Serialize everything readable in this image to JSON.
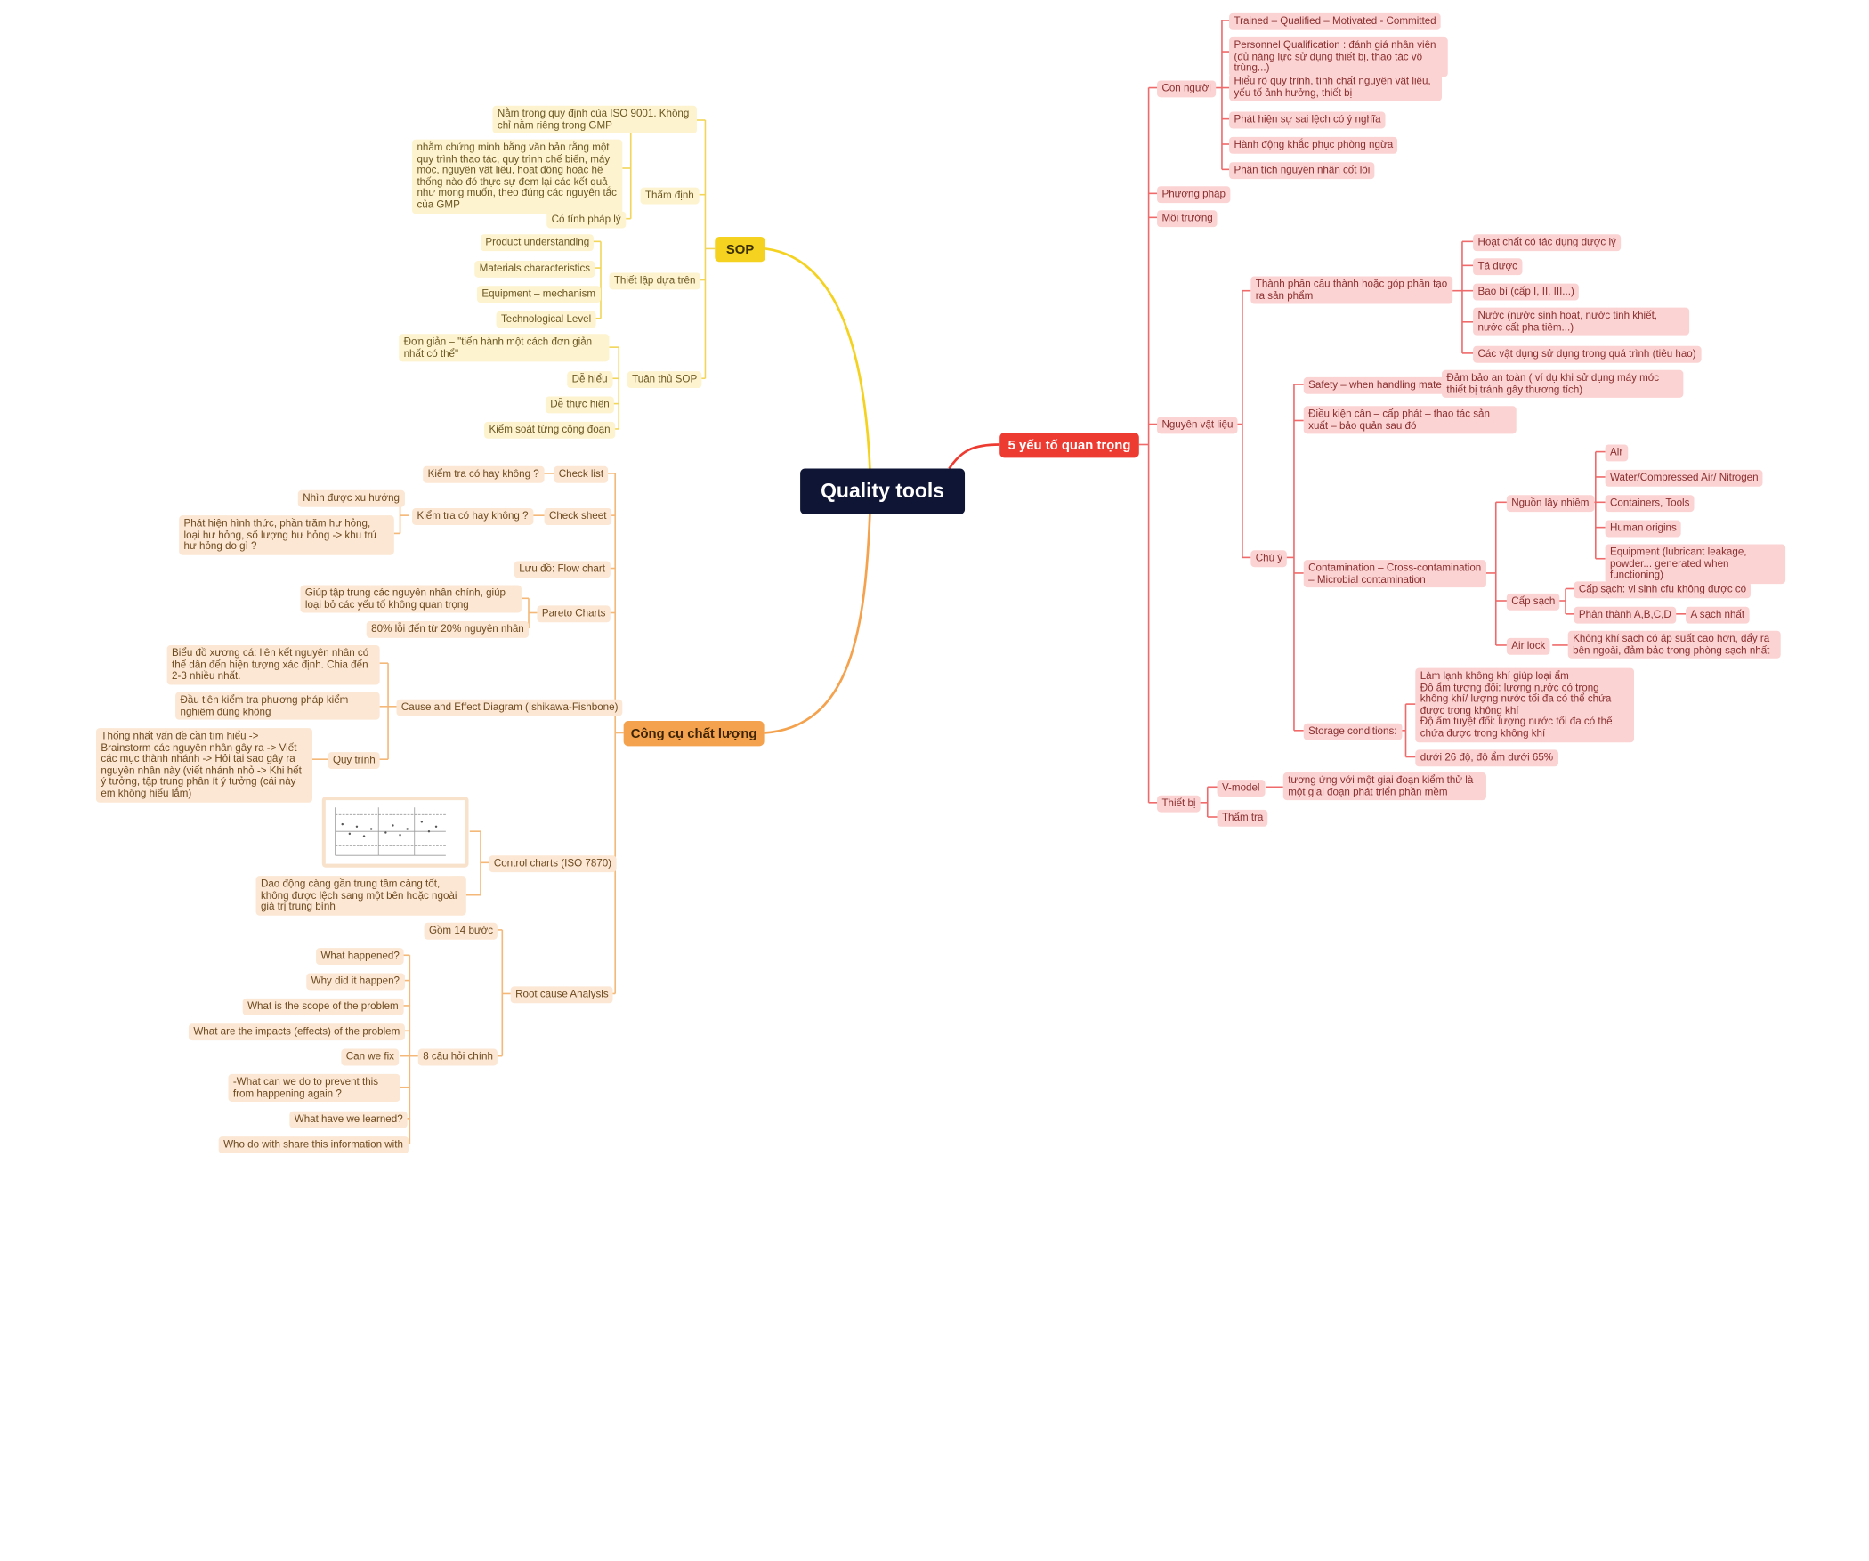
{
  "root": "Quality tools",
  "main": {
    "sop": "SOP",
    "tools": "Công cụ chất lượng",
    "five": "5 yếu tố quan trọng"
  },
  "sop": {
    "t1": "Nằm trong quy định của ISO 9001. Không chỉ nằm riêng trong GMP",
    "t2": "nhằm chứng minh bằng văn bản rằng một quy trình thao tác, quy trình chế biến, máy móc, nguyên vật liệu, hoạt động hoặc hệ thống nào đó thực sự đem lại các kết quả như mong muốn, theo đúng các nguyên tắc của GMP",
    "t3": "Có tính pháp lý",
    "thamdinh": "Thẩm định",
    "b1": "Product understanding",
    "b2": "Materials characteristics",
    "b3": "Equipment – mechanism",
    "b4": "Technological Level",
    "thietlap": "Thiết lập dựa trên",
    "c1": "Đơn giản – \"tiến hành một cách đơn giản nhất có thể\"",
    "c2": "Dễ hiểu",
    "c3": "Dễ thực hiện",
    "c4": "Kiểm soát từng công đoạn",
    "tuanthu": "Tuân thủ SOP"
  },
  "tools": {
    "checklist": "Check list",
    "checklist_q": "Kiểm tra có hay không ?",
    "checksheet": "Check sheet",
    "checksheet_q": "Kiểm tra có hay không ?",
    "cs1": "Nhìn được xu hướng",
    "cs2": "Phát hiện hình thức, phần trăm hư hỏng, loại hư hỏng, số lượng hư hỏng -> khu trú hư hỏng do gì ?",
    "flowchart": "Lưu đồ: Flow chart",
    "pareto": "Pareto Charts",
    "p1": "Giúp tập trung các nguyên nhân chính, giúp loại bỏ các yếu tố không quan trọng",
    "p2": "80% lỗi đến từ 20% nguyên nhân",
    "cause": "Cause and Effect Diagram (Ishikawa-Fishbone)",
    "ce1": "Biểu đồ xương cá: liên kết nguyên nhân có thể dẫn đến hiện tượng xác định. Chia đến 2-3 nhiều nhất.",
    "ce2": "Đầu tiên kiểm tra phương pháp kiểm nghiệm đúng không",
    "quytrinh": "Quy trình",
    "ce3": "Thống nhất vấn đề cần tìm hiểu -> Brainstorm các nguyên nhân gây ra -> Viết các mục thành nhánh -> Hỏi tại sao gây ra nguyên nhân này (viết nhánh nhỏ -> Khi hết ý tưởng, tập trung phân ít ý tưởng (cái này em không hiểu lắm)",
    "control": "Control charts (ISO 7870)",
    "control_note": "Dao động càng gần trung tâm càng tốt, không được lệch sang một bên hoặc ngoài giá trị trung bình",
    "rca": "Root cause Analysis",
    "rca1": "Gồm 14 bước",
    "rca2": "8 câu hỏi chính",
    "q1": "What happened?",
    "q2": "Why did it happen?",
    "q3": "What is the scope of the problem",
    "q4": "What are the impacts (effects) of the problem",
    "q5": "Can we fix",
    "q6": "-What can we do to prevent this from happening again ?",
    "q7": "What have we learned?",
    "q8": "Who do with share this information with"
  },
  "five": {
    "conguoi": "Con người",
    "cn1": "Trained – Qualified – Motivated - Committed",
    "cn2": "Personnel Qualification : đánh giá nhân viên (đủ năng lực sử dụng thiết bị, thao tác vô trùng...)",
    "cn3": "Hiểu rõ quy trình, tính chất nguyên vật liệu, yếu tố ảnh hưởng, thiết bị",
    "cn4": "Phát hiện sự sai lệch có ý nghĩa",
    "cn5": "Hành động khắc phục phòng ngừa",
    "cn6": "Phân tích nguyên nhân cốt lõi",
    "phuongphap": "Phương pháp",
    "moitruong": "Môi trường",
    "nvl": "Nguyên vật liệu",
    "thanhphan": "Thành phần cấu thành hoặc góp phần tạo ra sản phẩm",
    "tp1": "Hoạt chất có tác dụng dược lý",
    "tp2": "Tá dược",
    "tp3": "Bao bì (cấp I, II, III...)",
    "tp4": "Nước (nước sinh hoạt, nước tinh khiết, nước cất pha tiêm...)",
    "tp5": "Các vật dụng sử dụng trong quá trình (tiêu hao)",
    "chuy": "Chú ý",
    "safety": "Safety – when handling materials",
    "safety_note": "Đảm bảo an toàn ( ví dụ khi sử dụng máy móc thiết bị tránh gây thương tích)",
    "dieukien": "Điều kiện cân – cấp phát – thao tác sản xuất – bảo quản sau đó",
    "contam": "Contamination – Cross-contamination – Microbial contamination",
    "nguonlay": "Nguồn lây nhiễm",
    "nl1": "Air",
    "nl2": "Water/Compressed Air/ Nitrogen",
    "nl3": "Containers, Tools",
    "nl4": "Human origins",
    "nl5": "Equipment (lubricant leakage, powder... generated when functioning)",
    "capsach": "Cấp sạch",
    "cs1": "Cấp sạch: vi sinh cfu không được có",
    "cs2": "Phân thành A,B,C,D",
    "cs3": "A sạch nhất",
    "airlock": "Air lock",
    "airlock_note": "Không khí sạch có áp suất cao hơn, đẩy ra bên ngoài, đảm bảo trong phòng sạch nhất",
    "storage": "Storage conditions:",
    "st1": "Làm lạnh không khí giúp loại ẩm\nĐộ ẩm tương đối: lượng nước có trong không khí/ lượng nước tối đa có thể chứa được trong không khí\nĐộ ẩm tuyệt đối: lượng nước tối đa có thể chứa được trong không khí",
    "st2": "dưới 26 độ, độ ẩm dưới 65%",
    "thietbi": "Thiết bị",
    "vmodel": "V-model",
    "vmodel_note": "tương ứng với một giai đoạn kiểm thử là một giai đoạn phát triển phần mềm",
    "thamtra": "Thẩm tra"
  }
}
